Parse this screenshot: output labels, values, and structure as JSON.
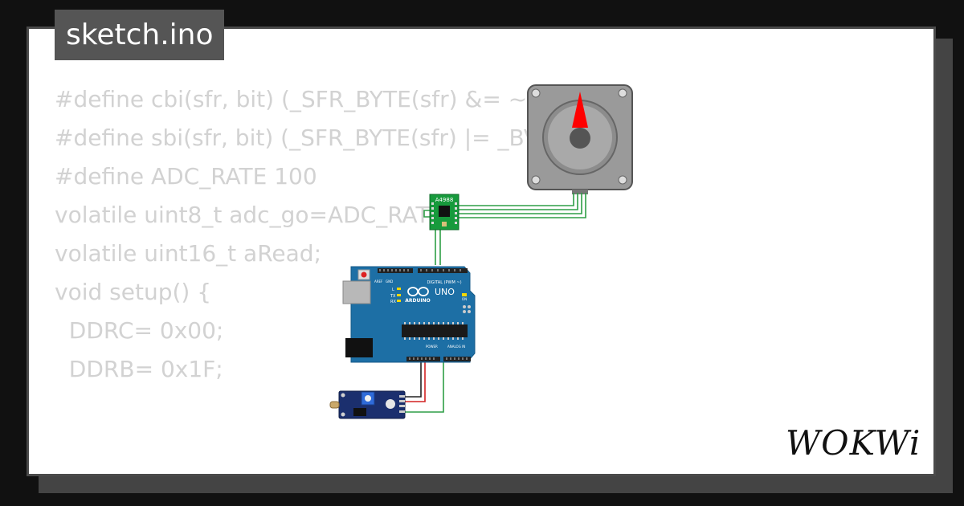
{
  "tab": {
    "filename": "sketch.ino"
  },
  "code": {
    "lines": [
      "#define cbi(sfr, bit) (_SFR_BYTE(sfr) &= ~_BV(bit))",
      "#define sbi(sfr, bit) (_SFR_BYTE(sfr) |= _BV(bit))",
      "",
      "#define ADC_RATE 100",
      "volatile uint8_t adc_go=ADC_RATE;",
      "volatile uint16_t aRead;",
      "",
      "void setup() {",
      "  DDRC= 0x00;",
      "  DDRB= 0x1F;"
    ]
  },
  "circuit": {
    "driver_label": "A4988",
    "board_brand": "ARDUINO",
    "board_model": "UNO",
    "digital_header_label": "DIGITAL (PWM ~)",
    "analog_header_label": "ANALOG IN",
    "power_header_label": "POWER",
    "on_led_label": "ON",
    "tx_label": "TX",
    "rx_label": "RX",
    "l_label": "L",
    "aref_label": "AREF",
    "gnd_label": "GND"
  },
  "brand": {
    "logo_text": "WOKWi"
  },
  "colors": {
    "background": "#111111",
    "card": "#ffffff",
    "tab": "#555555",
    "code_text": "#d2d2d2",
    "board_blue": "#1d6fa5",
    "driver_green": "#179a3c",
    "wire_green": "#2e9e46",
    "wire_red": "#d22222",
    "motor_gray": "#9a9a9a",
    "needle_red": "#ff0000",
    "sensor_navy": "#1b2f6e"
  }
}
